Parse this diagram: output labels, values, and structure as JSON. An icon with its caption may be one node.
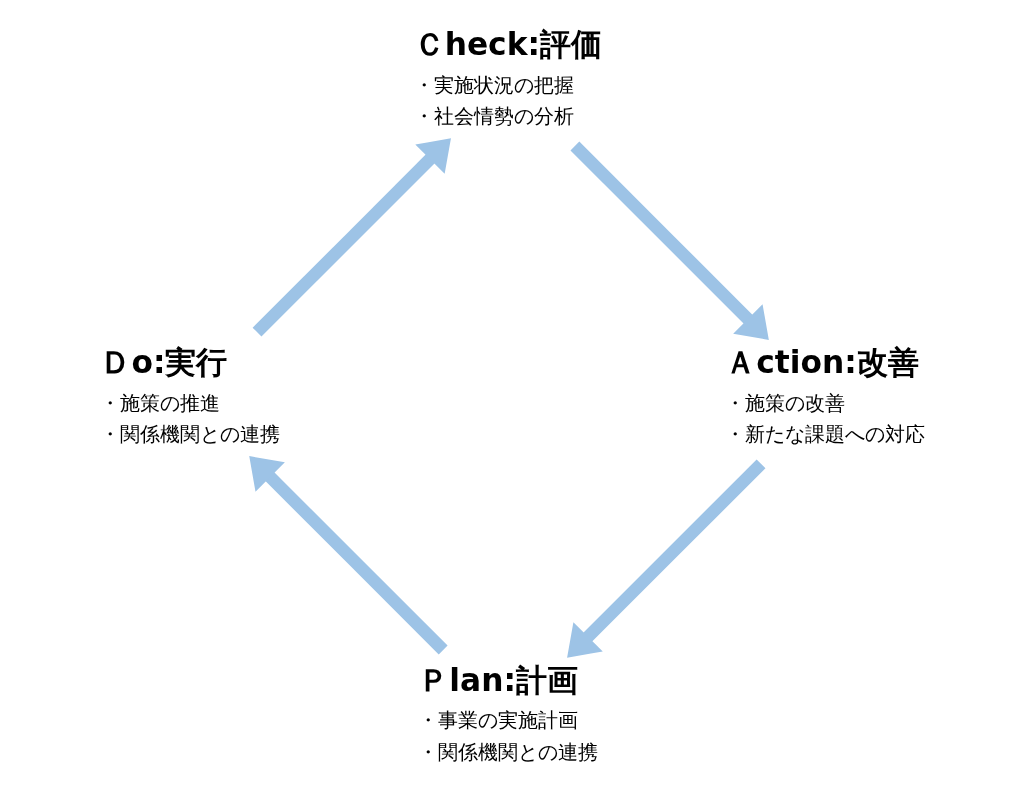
{
  "diagram": {
    "nodes": [
      {
        "text": [
          "Ｐlan:計画",
          "・事業の実施計画",
          "・関係機関との連携"
        ]
      },
      {
        "text": [
          "Ｄo:実行",
          "・施策の推進",
          "・関係機関との連携"
        ]
      },
      {
        "text": [
          "Ｃheck:評価",
          "・実施状況の把握",
          "・社会情勢の分析"
        ]
      },
      {
        "text": [
          "Ａction:改善",
          "・施策の改善",
          "・新たな課題への対応"
        ]
      }
    ],
    "edges": [
      {
        "from": 0,
        "to": 1,
        "arrow": "to"
      },
      {
        "from": 1,
        "to": 2,
        "arrow": "to"
      },
      {
        "from": 2,
        "to": 3,
        "arrow": "to"
      },
      {
        "from": 3,
        "to": 0,
        "arrow": "to"
      }
    ]
  }
}
